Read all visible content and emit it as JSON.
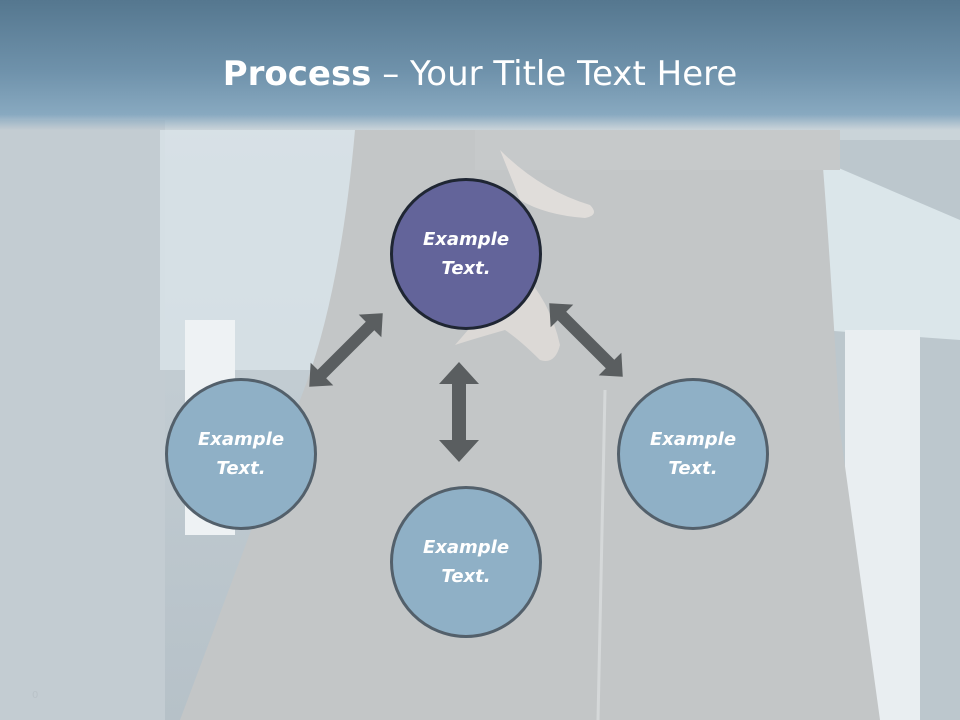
{
  "slide": {
    "title_bold": "Process",
    "title_rest": " – Your Title Text Here",
    "page_number": "0"
  },
  "nodes": {
    "top": "Example Text.",
    "left": "Example Text.",
    "bottom": "Example Text.",
    "right": "Example Text."
  },
  "colors": {
    "header": "#6f92ab",
    "top_node": "#63649a",
    "other_nodes": "#8fb0c6",
    "arrows": "#5a5e60"
  }
}
